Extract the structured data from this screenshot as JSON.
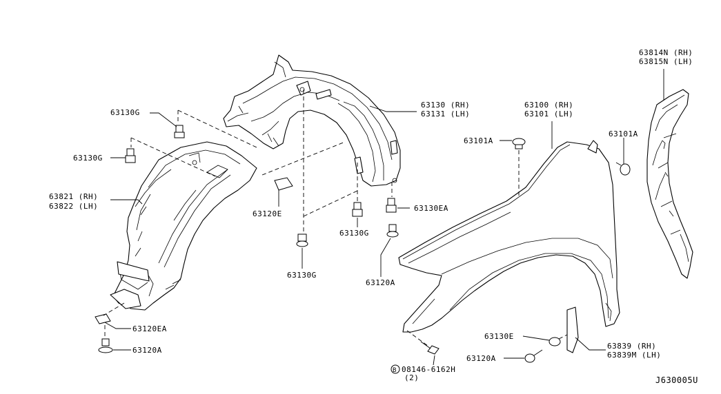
{
  "labels": {
    "l_63130G_a": "63130G",
    "l_63130G_b": "63130G",
    "l_63821": "63821 (RH)",
    "l_63822": "63822 (LH)",
    "l_63120EA": "63120EA",
    "l_63120A_a": "63120A",
    "l_63120E": "63120E",
    "l_63130G_c": "63130G",
    "l_63130G_d": "63130G",
    "l_63130EA": "63130EA",
    "l_63120A_b": "63120A",
    "l_63130": "63130 (RH)",
    "l_63131": "63131 (LH)",
    "l_63100": "63100 (RH)",
    "l_63101": "63101 (LH)",
    "l_63101A_a": "63101A",
    "l_63101A_b": "63101A",
    "l_63814N": "63814N (RH)",
    "l_63815N": "63815N (LH)",
    "l_63130E": "63130E",
    "l_63120A_c": "63120A",
    "l_63839": "63839  (RH)",
    "l_63839M": "63839M (LH)",
    "l_bolt_circle": "B",
    "l_bolt": "08146-6162H",
    "l_bolt_qty": "(2)",
    "l_diagram_id": "J630005U"
  }
}
